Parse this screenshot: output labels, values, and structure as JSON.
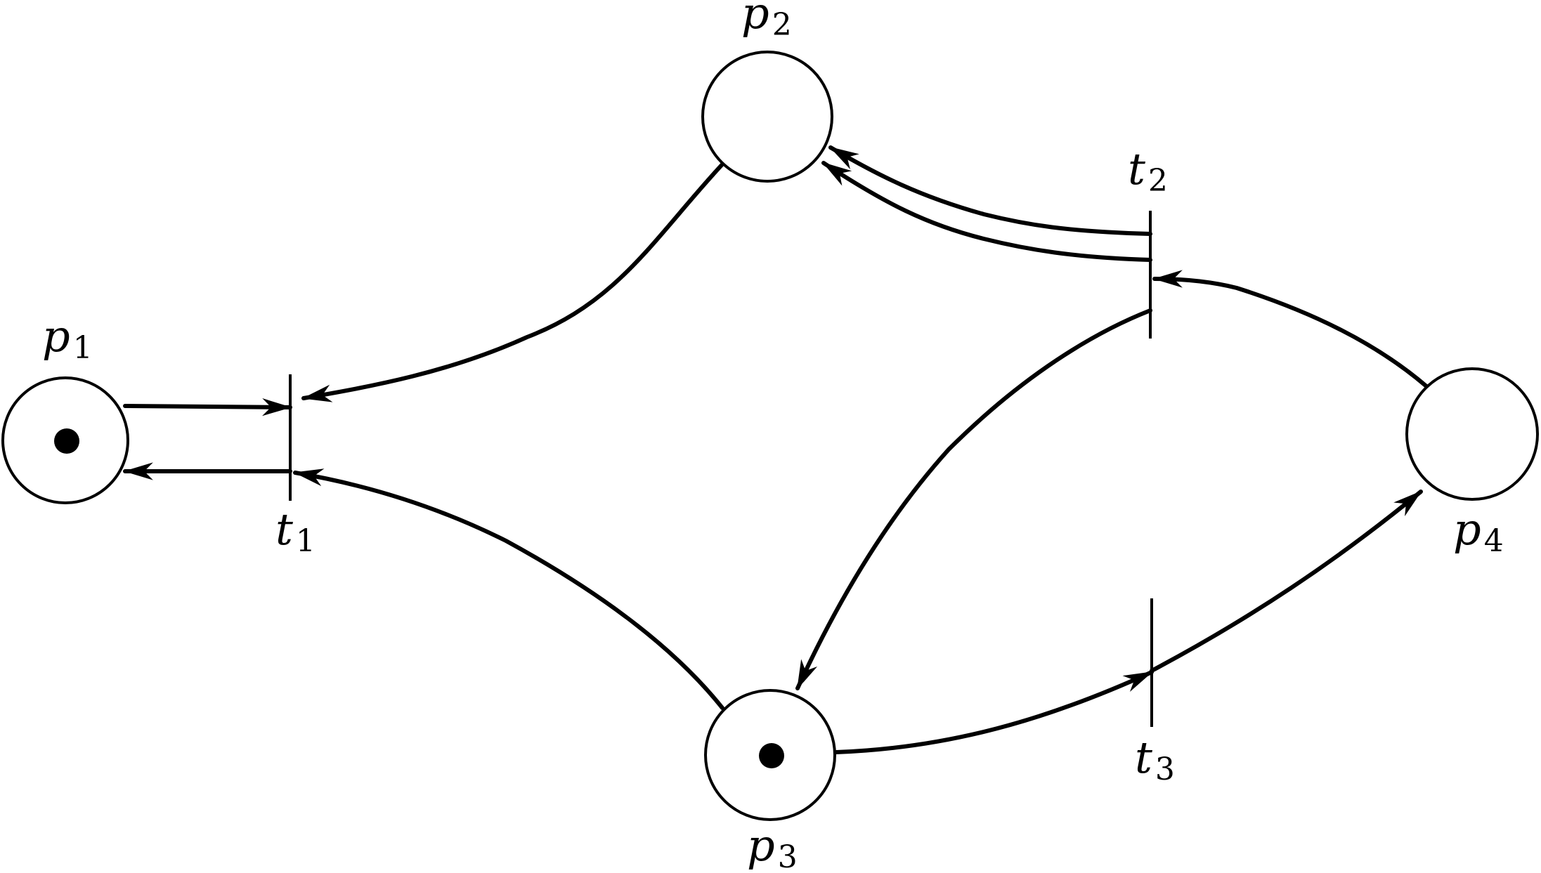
{
  "diagram": {
    "places": [
      {
        "id": "p1",
        "letter": "p",
        "sub": "1",
        "tokens": 1
      },
      {
        "id": "p2",
        "letter": "p",
        "sub": "2",
        "tokens": 0
      },
      {
        "id": "p3",
        "letter": "p",
        "sub": "3",
        "tokens": 1
      },
      {
        "id": "p4",
        "letter": "p",
        "sub": "4",
        "tokens": 0
      }
    ],
    "transitions": [
      {
        "id": "t1",
        "letter": "t",
        "sub": "1"
      },
      {
        "id": "t2",
        "letter": "t",
        "sub": "2"
      },
      {
        "id": "t3",
        "letter": "t",
        "sub": "3"
      }
    ],
    "arcs": [
      {
        "from": "p1",
        "to": "t1"
      },
      {
        "from": "t1",
        "to": "p1"
      },
      {
        "from": "p2",
        "to": "t1"
      },
      {
        "from": "p3",
        "to": "t1"
      },
      {
        "from": "t2",
        "to": "p2"
      },
      {
        "from": "t2",
        "to": "p2"
      },
      {
        "from": "p4",
        "to": "t2"
      },
      {
        "from": "t2",
        "to": "p3"
      },
      {
        "from": "p3",
        "to": "t3"
      },
      {
        "from": "t3",
        "to": "p4"
      }
    ]
  }
}
